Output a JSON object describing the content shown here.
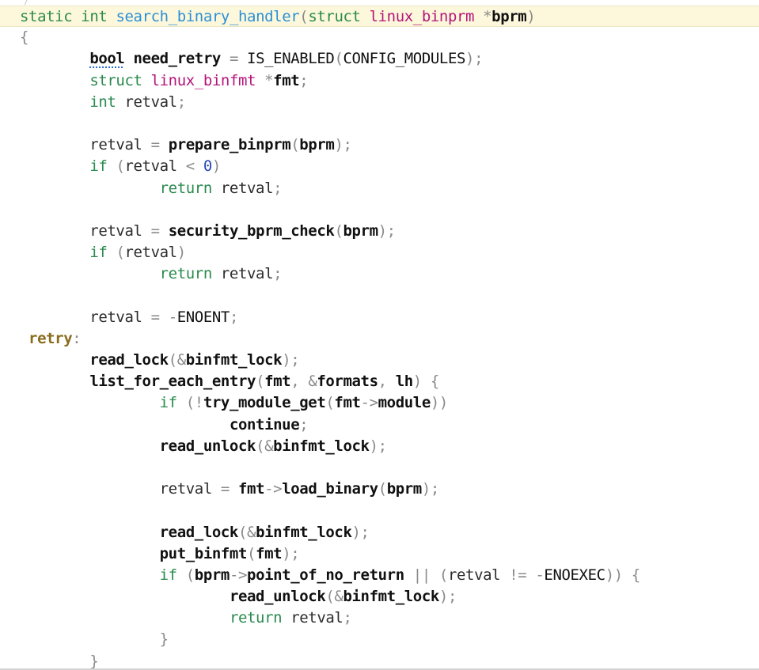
{
  "editor": {
    "fold_marker": "/",
    "current_line_index": 0,
    "colors": {
      "background": "#ffffff",
      "current_line": "#fdf8dc",
      "keyword": "#2a8a4e",
      "function_name": "#2b8fd6",
      "struct_type": "#b5157a",
      "number": "#2a49b8",
      "punctuation": "#8a8a8a",
      "label": "#8a6d1c"
    }
  },
  "code_lines": [
    [
      {
        "t": "static",
        "c": "kw"
      },
      {
        "t": " ",
        "c": "var"
      },
      {
        "t": "int",
        "c": "kw"
      },
      {
        "t": " ",
        "c": "var"
      },
      {
        "t": "search_binary_handler",
        "c": "fn"
      },
      {
        "t": "(",
        "c": "pun"
      },
      {
        "t": "struct",
        "c": "kw"
      },
      {
        "t": " ",
        "c": "var"
      },
      {
        "t": "linux_binprm",
        "c": "st"
      },
      {
        "t": " ",
        "c": "var"
      },
      {
        "t": "*",
        "c": "pun"
      },
      {
        "t": "bprm",
        "c": "bld"
      },
      {
        "t": ")",
        "c": "pun"
      }
    ],
    [
      {
        "t": "{",
        "c": "pun"
      }
    ],
    [
      {
        "t": "        ",
        "c": "var"
      },
      {
        "t": "bool",
        "c": "bld squig"
      },
      {
        "t": " ",
        "c": "var"
      },
      {
        "t": "need_retry",
        "c": "bld"
      },
      {
        "t": " ",
        "c": "var"
      },
      {
        "t": "=",
        "c": "pun"
      },
      {
        "t": " ",
        "c": "var"
      },
      {
        "t": "IS_ENABLED",
        "c": "mac"
      },
      {
        "t": "(",
        "c": "pun"
      },
      {
        "t": "CONFIG_MODULES",
        "c": "mac"
      },
      {
        "t": ");",
        "c": "pun"
      }
    ],
    [
      {
        "t": "        ",
        "c": "var"
      },
      {
        "t": "struct",
        "c": "kw"
      },
      {
        "t": " ",
        "c": "var"
      },
      {
        "t": "linux_binfmt",
        "c": "st"
      },
      {
        "t": " ",
        "c": "var"
      },
      {
        "t": "*",
        "c": "pun"
      },
      {
        "t": "fmt",
        "c": "bld"
      },
      {
        "t": ";",
        "c": "pun"
      }
    ],
    [
      {
        "t": "        ",
        "c": "var"
      },
      {
        "t": "int",
        "c": "kw"
      },
      {
        "t": " retval",
        "c": "var"
      },
      {
        "t": ";",
        "c": "pun"
      }
    ],
    [],
    [
      {
        "t": "        retval ",
        "c": "var"
      },
      {
        "t": "=",
        "c": "pun"
      },
      {
        "t": " ",
        "c": "var"
      },
      {
        "t": "prepare_binprm",
        "c": "bld"
      },
      {
        "t": "(",
        "c": "pun"
      },
      {
        "t": "bprm",
        "c": "bld"
      },
      {
        "t": ");",
        "c": "pun"
      }
    ],
    [
      {
        "t": "        ",
        "c": "var"
      },
      {
        "t": "if",
        "c": "kw"
      },
      {
        "t": " ",
        "c": "var"
      },
      {
        "t": "(",
        "c": "pun"
      },
      {
        "t": "retval ",
        "c": "var"
      },
      {
        "t": "<",
        "c": "pun"
      },
      {
        "t": " ",
        "c": "var"
      },
      {
        "t": "0",
        "c": "num"
      },
      {
        "t": ")",
        "c": "pun"
      }
    ],
    [
      {
        "t": "                ",
        "c": "var"
      },
      {
        "t": "return",
        "c": "kw"
      },
      {
        "t": " retval",
        "c": "var"
      },
      {
        "t": ";",
        "c": "pun"
      }
    ],
    [],
    [
      {
        "t": "        retval ",
        "c": "var"
      },
      {
        "t": "=",
        "c": "pun"
      },
      {
        "t": " ",
        "c": "var"
      },
      {
        "t": "security_bprm_check",
        "c": "bld"
      },
      {
        "t": "(",
        "c": "pun"
      },
      {
        "t": "bprm",
        "c": "bld"
      },
      {
        "t": ");",
        "c": "pun"
      }
    ],
    [
      {
        "t": "        ",
        "c": "var"
      },
      {
        "t": "if",
        "c": "kw"
      },
      {
        "t": " ",
        "c": "var"
      },
      {
        "t": "(",
        "c": "pun"
      },
      {
        "t": "retval",
        "c": "var"
      },
      {
        "t": ")",
        "c": "pun"
      }
    ],
    [
      {
        "t": "                ",
        "c": "var"
      },
      {
        "t": "return",
        "c": "kw"
      },
      {
        "t": " retval",
        "c": "var"
      },
      {
        "t": ";",
        "c": "pun"
      }
    ],
    [],
    [
      {
        "t": "        retval ",
        "c": "var"
      },
      {
        "t": "=",
        "c": "pun"
      },
      {
        "t": " ",
        "c": "var"
      },
      {
        "t": "-",
        "c": "pun"
      },
      {
        "t": "ENOENT",
        "c": "mac"
      },
      {
        "t": ";",
        "c": "pun"
      }
    ],
    [
      {
        "t": " ",
        "c": "var"
      },
      {
        "t": "retry",
        "c": "lbl"
      },
      {
        "t": ":",
        "c": "pun"
      }
    ],
    [
      {
        "t": "        ",
        "c": "var"
      },
      {
        "t": "read_lock",
        "c": "bld"
      },
      {
        "t": "(",
        "c": "pun"
      },
      {
        "t": "&",
        "c": "pun"
      },
      {
        "t": "binfmt_lock",
        "c": "bld"
      },
      {
        "t": ");",
        "c": "pun"
      }
    ],
    [
      {
        "t": "        ",
        "c": "var"
      },
      {
        "t": "list_for_each_entry",
        "c": "bld"
      },
      {
        "t": "(",
        "c": "pun"
      },
      {
        "t": "fmt",
        "c": "bld"
      },
      {
        "t": ", ",
        "c": "pun"
      },
      {
        "t": "&",
        "c": "pun"
      },
      {
        "t": "formats",
        "c": "bld"
      },
      {
        "t": ", ",
        "c": "pun"
      },
      {
        "t": "lh",
        "c": "bld"
      },
      {
        "t": ")",
        "c": "pun"
      },
      {
        "t": " ",
        "c": "var"
      },
      {
        "t": "{",
        "c": "pun"
      }
    ],
    [
      {
        "t": "                ",
        "c": "var"
      },
      {
        "t": "if",
        "c": "kw"
      },
      {
        "t": " ",
        "c": "var"
      },
      {
        "t": "(!",
        "c": "pun"
      },
      {
        "t": "try_module_get",
        "c": "bld"
      },
      {
        "t": "(",
        "c": "pun"
      },
      {
        "t": "fmt",
        "c": "bld"
      },
      {
        "t": "->",
        "c": "pun"
      },
      {
        "t": "module",
        "c": "bld"
      },
      {
        "t": "))",
        "c": "pun"
      }
    ],
    [
      {
        "t": "                        ",
        "c": "var"
      },
      {
        "t": "continue",
        "c": "bld"
      },
      {
        "t": ";",
        "c": "pun"
      }
    ],
    [
      {
        "t": "                ",
        "c": "var"
      },
      {
        "t": "read_unlock",
        "c": "bld"
      },
      {
        "t": "(",
        "c": "pun"
      },
      {
        "t": "&",
        "c": "pun"
      },
      {
        "t": "binfmt_lock",
        "c": "bld"
      },
      {
        "t": ");",
        "c": "pun"
      }
    ],
    [],
    [
      {
        "t": "                retval ",
        "c": "var"
      },
      {
        "t": "=",
        "c": "pun"
      },
      {
        "t": " ",
        "c": "var"
      },
      {
        "t": "fmt",
        "c": "bld"
      },
      {
        "t": "->",
        "c": "pun"
      },
      {
        "t": "load_binary",
        "c": "bld"
      },
      {
        "t": "(",
        "c": "pun"
      },
      {
        "t": "bprm",
        "c": "bld"
      },
      {
        "t": ");",
        "c": "pun"
      }
    ],
    [],
    [
      {
        "t": "                ",
        "c": "var"
      },
      {
        "t": "read_lock",
        "c": "bld"
      },
      {
        "t": "(",
        "c": "pun"
      },
      {
        "t": "&",
        "c": "pun"
      },
      {
        "t": "binfmt_lock",
        "c": "bld"
      },
      {
        "t": ");",
        "c": "pun"
      }
    ],
    [
      {
        "t": "                ",
        "c": "var"
      },
      {
        "t": "put_binfmt",
        "c": "bld"
      },
      {
        "t": "(",
        "c": "pun"
      },
      {
        "t": "fmt",
        "c": "bld"
      },
      {
        "t": ");",
        "c": "pun"
      }
    ],
    [
      {
        "t": "                ",
        "c": "var"
      },
      {
        "t": "if",
        "c": "kw"
      },
      {
        "t": " ",
        "c": "var"
      },
      {
        "t": "(",
        "c": "pun"
      },
      {
        "t": "bprm",
        "c": "bld"
      },
      {
        "t": "->",
        "c": "pun"
      },
      {
        "t": "point_of_no_return",
        "c": "bld"
      },
      {
        "t": " ",
        "c": "var"
      },
      {
        "t": "||",
        "c": "pun"
      },
      {
        "t": " ",
        "c": "var"
      },
      {
        "t": "(",
        "c": "pun"
      },
      {
        "t": "retval ",
        "c": "var"
      },
      {
        "t": "!=",
        "c": "pun"
      },
      {
        "t": " ",
        "c": "var"
      },
      {
        "t": "-",
        "c": "pun"
      },
      {
        "t": "ENOEXEC",
        "c": "mac"
      },
      {
        "t": "))",
        "c": "pun"
      },
      {
        "t": " ",
        "c": "var"
      },
      {
        "t": "{",
        "c": "pun"
      }
    ],
    [
      {
        "t": "                        ",
        "c": "var"
      },
      {
        "t": "read_unlock",
        "c": "bld"
      },
      {
        "t": "(",
        "c": "pun"
      },
      {
        "t": "&",
        "c": "pun"
      },
      {
        "t": "binfmt_lock",
        "c": "bld"
      },
      {
        "t": ");",
        "c": "pun"
      }
    ],
    [
      {
        "t": "                        ",
        "c": "var"
      },
      {
        "t": "return",
        "c": "kw"
      },
      {
        "t": " retval",
        "c": "var"
      },
      {
        "t": ";",
        "c": "pun"
      }
    ],
    [
      {
        "t": "                ",
        "c": "var"
      },
      {
        "t": "}",
        "c": "pun"
      }
    ],
    [
      {
        "t": "        ",
        "c": "var"
      },
      {
        "t": "}",
        "c": "pun"
      }
    ]
  ]
}
